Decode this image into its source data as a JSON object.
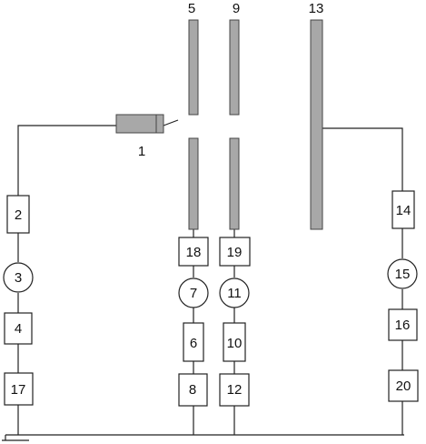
{
  "labels": {
    "n1": "1",
    "n2": "2",
    "n3": "3",
    "n4": "4",
    "n5": "5",
    "n6": "6",
    "n7": "7",
    "n8": "8",
    "n9": "9",
    "n10": "10",
    "n11": "11",
    "n12": "12",
    "n13": "13",
    "n14": "14",
    "n15": "15",
    "n16": "16",
    "n17": "17",
    "n18": "18",
    "n19": "19",
    "n20": "20"
  },
  "colors": {
    "line": "#222222",
    "plate_fill": "#a8a8a8",
    "plate_stroke": "#444444",
    "box_fill": "#ffffff"
  }
}
